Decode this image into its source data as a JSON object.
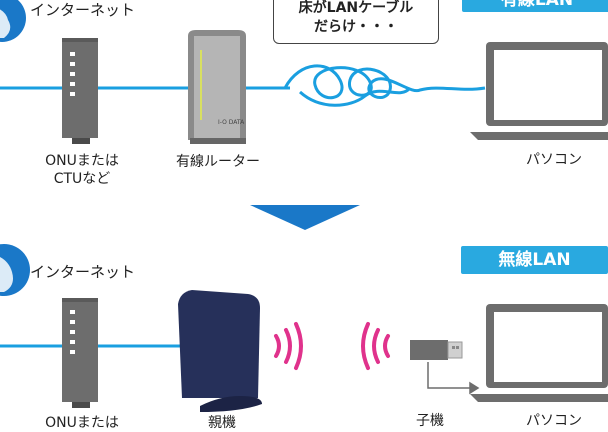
{
  "colors": {
    "line": "#1a9fe0",
    "device_gray": "#6d6d6d",
    "router_dark": "#26305a",
    "accent": "#29a9e0",
    "wave": "#e0328c"
  },
  "top": {
    "internet_label": "インターネット",
    "badge_label": "有線LAN",
    "speech_bubble": {
      "line1": "床がLANケーブル",
      "line2": "だらけ・・・"
    },
    "onu_label_line1": "ONUまたは",
    "onu_label_line2": "CTUなど",
    "router_label": "有線ルーター",
    "router_brand": "I-O DATA",
    "pc_label": "パソコン"
  },
  "bottom": {
    "internet_label": "インターネット",
    "badge_label": "無線LAN",
    "onu_label_line1": "ONUまたは",
    "parent_label": "親機",
    "child_label": "子機",
    "pc_label": "パソコン"
  },
  "icons": {
    "globe": "globe-icon",
    "onu": "onu-device-icon",
    "router": "router-icon",
    "laptop": "laptop-icon",
    "wireless_router": "wireless-router-icon",
    "usb_adapter": "usb-adapter-icon",
    "arrow": "down-arrow-icon",
    "wave": "wireless-wave-icon"
  }
}
